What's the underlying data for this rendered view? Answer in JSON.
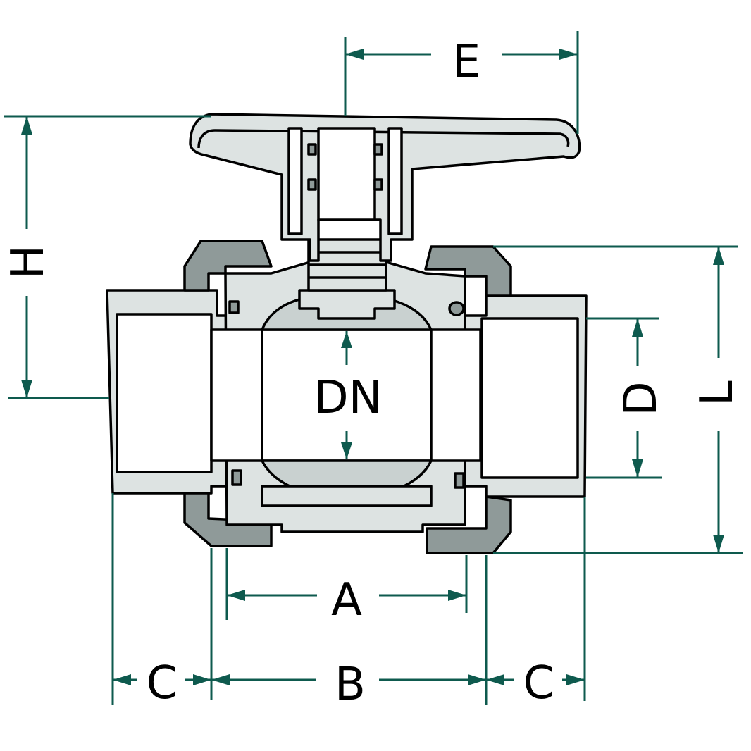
{
  "labels": {
    "E": "E",
    "H": "H",
    "L": "L",
    "D": "D",
    "DN": "DN",
    "A": "A",
    "B": "B",
    "C_left": "C",
    "C_right": "C"
  },
  "colors": {
    "dimension": "#0e5a4e",
    "outline": "#000000",
    "body": "#dde3e2",
    "union_nut": "#8f9a99",
    "ball": "#c9d1d0"
  }
}
